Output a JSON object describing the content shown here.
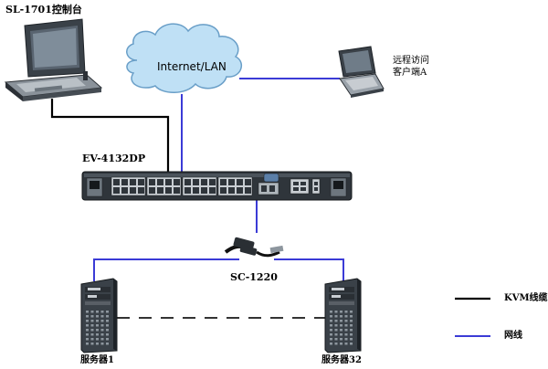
{
  "labels": {
    "console": "SL-1701控制台",
    "remote_line1": "远程访问",
    "remote_line2": "客户端A",
    "cloud": "Internet/LAN",
    "switch": "EV-4132DP",
    "cable": "SC-1220",
    "server1": "服务器1",
    "server32": "服务器32"
  },
  "legend": [
    {
      "label": "KVM线缆",
      "color": "#000000",
      "style": "solid"
    },
    {
      "label": "网线",
      "color": "#3b3bd6",
      "style": "solid"
    }
  ],
  "colors": {
    "kvm_cable": "#000000",
    "network_cable": "#3b3bd6",
    "cloud_fill": "#bfe0f5",
    "cloud_stroke": "#6a9fc8",
    "device_dark": "#2f353b"
  }
}
